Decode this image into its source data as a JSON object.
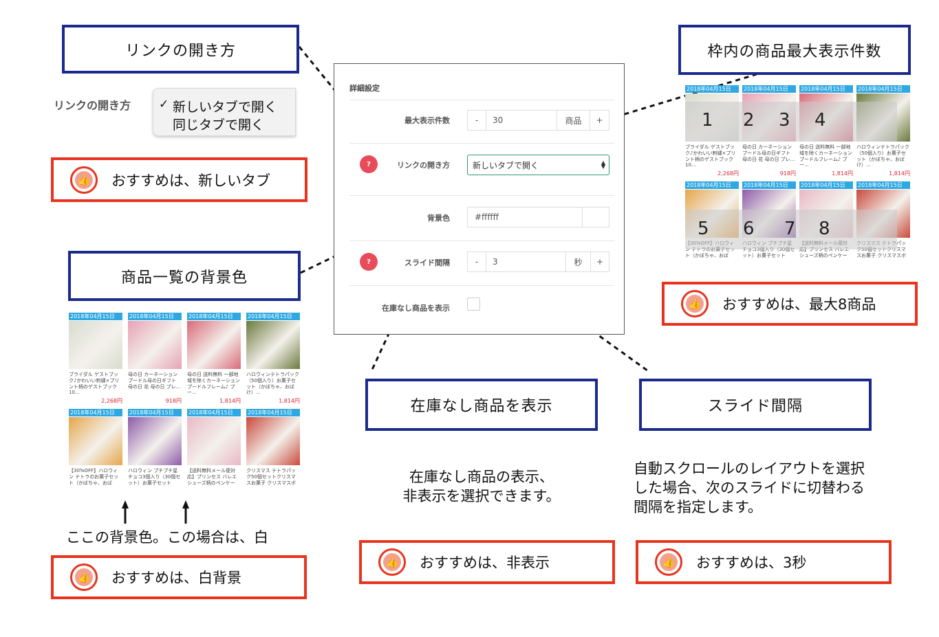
{
  "boxes": {
    "link_title": "リンクの開き方",
    "max_title": "枠内の商品最大表示件数",
    "bg_title": "商品一覧の背景色",
    "stock_title": "在庫なし商品を表示",
    "slide_title": "スライド間隔"
  },
  "recs": {
    "link": "おすすめは、新しいタブ",
    "max": "おすすめは、最大8商品",
    "bg": "おすすめは、白背景",
    "stock": "おすすめは、非表示",
    "slide": "おすすめは、3秒"
  },
  "link_dropdown": {
    "label": "リンクの開き方",
    "options": [
      "新しいタブで開く",
      "同じタブで開く"
    ],
    "selected_mark": "✓"
  },
  "panel": {
    "heading": "詳細設定",
    "max_label": "最大表示件数",
    "max_minus": "-",
    "max_value": "30",
    "max_unit": "商品",
    "max_plus": "+",
    "link_label": "リンクの開き方",
    "link_value": "新しいタブで開く",
    "bg_label": "背景色",
    "bg_value": "#ffffff",
    "slide_label": "スライド間隔",
    "slide_minus": "-",
    "slide_value": "3",
    "slide_unit": "秒",
    "slide_plus": "+",
    "stock_label": "在庫なし商品を表示",
    "help_mark": "?"
  },
  "right_grid": {
    "numbers_row1": [
      "1",
      "2",
      "3",
      "4"
    ],
    "numbers_row2": [
      "5",
      "6",
      "7",
      "8"
    ],
    "products": [
      {
        "date": "2018年04月15日",
        "name": "ブライダル ゲストブック♪かわいい刺繍×プリント柄のゲストブック 10...",
        "price": "2,268円",
        "color": "#d9dccf"
      },
      {
        "date": "2018年04月15日",
        "name": "母の日 カーネーション プードル母の日ギフト 母の日 花 母の日 プレ...",
        "price": "918円",
        "color": "#e7a2b4"
      },
      {
        "date": "2018年04月15日",
        "name": "母の日 送料無料 一部地域を除くカーネーション プードルフレーム♪ プー...",
        "price": "1,814円",
        "color": "#d96a78"
      },
      {
        "date": "2018年04月15日",
        "name": "ハロウィンテトラパック（50個入り）お菓子セット（かぼちゃ、おばけ）...",
        "price": "1,814円",
        "color": "#6b7a3e"
      },
      {
        "date": "2018年04月15日",
        "name": "【30%OFF】ハロウィン テトラのお菓子セット（かぼちゃ、おば",
        "price": "",
        "color": "#e6a64a"
      },
      {
        "date": "2018年04月15日",
        "name": "ハロウィン プチプチ星チョコ3個入り（30個セット）お菓子セット",
        "price": "",
        "color": "#8e5ba8"
      },
      {
        "date": "2018年04月15日",
        "name": "【送料無料メール便対応】プリンセス バレエシューズ柄のペンケー",
        "price": "",
        "color": "#e9b9c6"
      },
      {
        "date": "2018年04月15日",
        "name": "クリスマス テトラパック50個セットクリスマスお菓子 クリスマスボ",
        "price": "",
        "color": "#c84a3c"
      }
    ]
  },
  "left_grid": {
    "products": [
      {
        "date": "2018年04月15日",
        "name": "ブライダル ゲストブック♪かわいい刺繍×プリント柄のゲストブック 10...",
        "price": "2,268円",
        "color": "#d9dccf"
      },
      {
        "date": "2018年04月15日",
        "name": "母の日 カーネーション プードル母の日ギフト 母の日 花 母の日 プレ...",
        "price": "918円",
        "color": "#e7a2b4"
      },
      {
        "date": "2018年04月15日",
        "name": "母の日 送料無料 一部地域を除くカーネーション プードルフレーム♪ プー...",
        "price": "1,814円",
        "color": "#d96a78"
      },
      {
        "date": "2018年04月15日",
        "name": "ハロウィンテトラパック（50個入り）お菓子セット（かぼちゃ、おばけ）...",
        "price": "1,814円",
        "color": "#6b7a3e"
      },
      {
        "date": "2018年04月15日",
        "name": "【30%OFF】ハロウィン テトラのお菓子セット（かぼちゃ、おば",
        "price": "",
        "color": "#e6a64a"
      },
      {
        "date": "2018年04月15日",
        "name": "ハロウィン プチプチ星チョコ3個入り（30個セット）お菓子セット",
        "price": "",
        "color": "#8e5ba8"
      },
      {
        "date": "2018年04月15日",
        "name": "【送料無料メール便対応】プリンセス バレエシューズ柄のペンケー",
        "price": "",
        "color": "#e9b9c6"
      },
      {
        "date": "2018年04月15日",
        "name": "クリスマス テトラパック50個セットクリスマスお菓子 クリスマスボ",
        "price": "",
        "color": "#c84a3c"
      }
    ]
  },
  "bg_caption": "ここの背景色。この場合は、白",
  "stock_desc": [
    "在庫なし商品の表示、",
    "非表示を選択できます。"
  ],
  "slide_desc": [
    "自動スクロールのレイアウトを選択",
    "した場合、次のスライドに切替わる",
    "間隔を指定します。"
  ],
  "colors": {
    "navy": "#1a2a8c",
    "red": "#e8341f",
    "date_blue": "#2fa8e2",
    "help_red": "#e84b5a"
  },
  "icons": {
    "thumb": "thumbs-up-icon",
    "check": "check-icon",
    "updown": "select-arrows-icon"
  }
}
